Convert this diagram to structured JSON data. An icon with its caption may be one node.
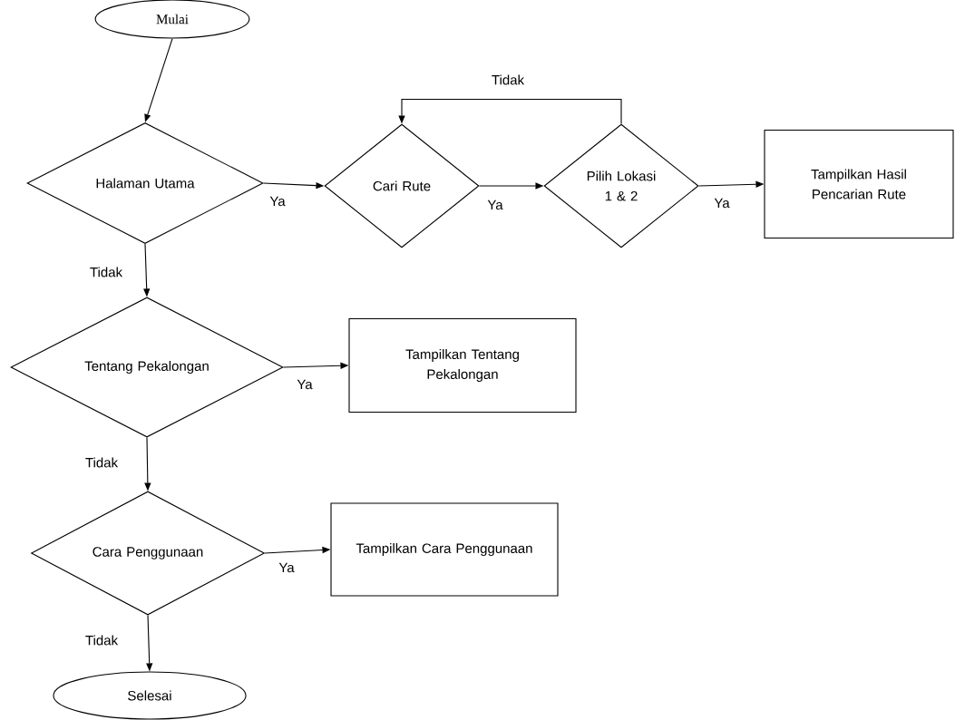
{
  "diagram": {
    "nodes": [
      {
        "text": [
          "Mulai"
        ]
      },
      {
        "text": [
          "Halaman Utama"
        ]
      },
      {
        "text": [
          "Cari Rute"
        ]
      },
      {
        "text": [
          "Pilih Lokasi 1 & 2"
        ]
      },
      {
        "text": [
          "Tampilkan Hasil Pencarian Rute"
        ]
      },
      {
        "text": [
          "Tentang Pekalongan"
        ]
      },
      {
        "text": [
          "Tampilkan Tentang Pekalongan"
        ]
      },
      {
        "text": [
          "Cara Penggunaan"
        ]
      },
      {
        "text": [
          "Tampilkan Cara Penggunaan"
        ]
      },
      {
        "text": [
          "Selesai"
        ]
      }
    ],
    "edges": [
      {
        "from": 0,
        "to": 1,
        "arrow": "to"
      },
      {
        "from": 1,
        "to": 2,
        "arrow": "to",
        "label": "Ya"
      },
      {
        "from": 2,
        "to": 3,
        "arrow": "to",
        "label": "Ya"
      },
      {
        "from": 3,
        "to": 4,
        "arrow": "to",
        "label": "Ya"
      },
      {
        "from": 3,
        "to": 2,
        "arrow": "to",
        "label": "Tidak"
      },
      {
        "from": 1,
        "to": 5,
        "arrow": "to",
        "label": "Tidak"
      },
      {
        "from": 5,
        "to": 6,
        "arrow": "to",
        "label": "Ya"
      },
      {
        "from": 5,
        "to": 7,
        "arrow": "to",
        "label": "Tidak"
      },
      {
        "from": 7,
        "to": 8,
        "arrow": "to",
        "label": "Ya"
      },
      {
        "from": 7,
        "to": 9,
        "arrow": "to",
        "label": "Tidak"
      }
    ]
  }
}
